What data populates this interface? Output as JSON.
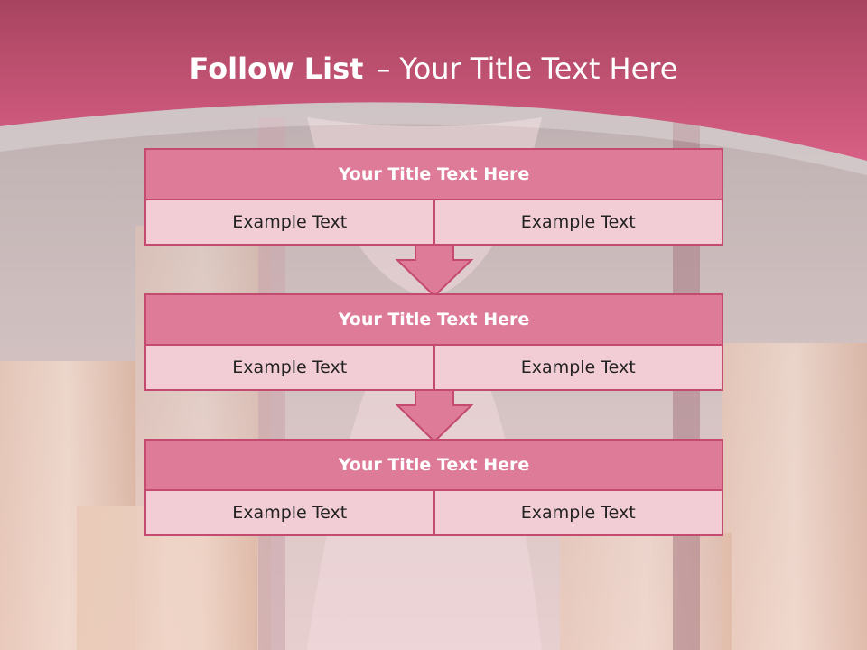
{
  "header": {
    "title_bold": "Follow List",
    "title_sep": "–",
    "title_rest": "Your Title Text Here"
  },
  "colors": {
    "header_band": "#d0577c",
    "block_title_fill": "#de7b98",
    "cell_fill": "#f3cdd6",
    "border": "#c44a6f"
  },
  "blocks": [
    {
      "title": "Your Title Text Here",
      "left": "Example Text",
      "right": "Example Text"
    },
    {
      "title": "Your Title Text Here",
      "left": "Example Text",
      "right": "Example Text"
    },
    {
      "title": "Your Title Text Here",
      "left": "Example Text",
      "right": "Example Text"
    }
  ]
}
